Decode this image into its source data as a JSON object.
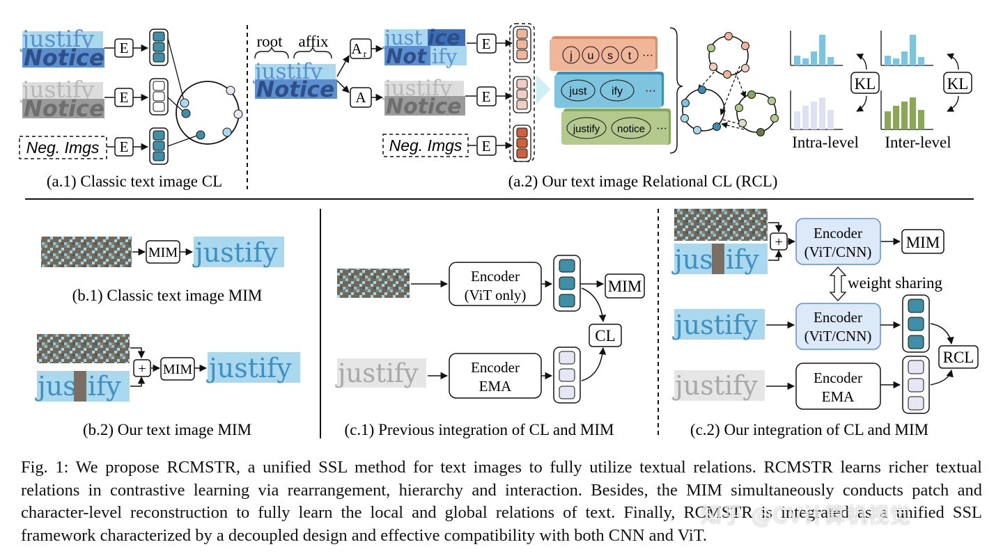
{
  "panel_a1": {
    "label": "(a.1) Classic text image CL",
    "word_top": "justify",
    "word_bottom": "Notice",
    "neg_label": "Neg. Imgs",
    "encoder": "E"
  },
  "panel_a2": {
    "label": "(a.2) Our text image Relational CL (RCL)",
    "root": "root",
    "affix": "affix",
    "word_top": "justify",
    "word_bottom": "Notice",
    "aug_r": "A",
    "aug_r_sub": "r",
    "aug": "A",
    "swap_top_1": "just",
    "swap_top_2": "ice",
    "swap_bot_1": "Not",
    "swap_bot_2": "ify",
    "neg_label": "Neg. Imgs",
    "encoder": "E",
    "char_level": [
      "j",
      "u",
      "s",
      "t"
    ],
    "subword_level": [
      "just",
      "ify"
    ],
    "word_level": [
      "justify",
      "notice"
    ],
    "ellipsis": "···",
    "kl": "KL",
    "intra_label": "Intra-level",
    "inter_label": "Inter-level"
  },
  "panel_b1": {
    "label": "(b.1) Classic text image MIM",
    "mim": "MIM",
    "word": "justify"
  },
  "panel_b2": {
    "label": "(b.2) Our text image MIM",
    "mim": "MIM",
    "word": "justify",
    "masked_1": "jus",
    "masked_2": "ify",
    "plus": "+"
  },
  "panel_c1": {
    "label": "(c.1) Previous integration of CL and MIM",
    "enc1_line1": "Encoder",
    "enc1_line2": "(ViT only)",
    "enc2_line1": "Encoder",
    "enc2_line2": "EMA",
    "mim": "MIM",
    "cl": "CL",
    "word": "justify"
  },
  "panel_c2": {
    "label": "(c.2) Our integration of CL and MIM",
    "enc1_line1": "Encoder",
    "enc1_line2": "(ViT/CNN)",
    "enc2_line1": "Encoder",
    "enc2_line2": "(ViT/CNN)",
    "enc3_line1": "Encoder",
    "enc3_line2": "EMA",
    "mim": "MIM",
    "rcl": "RCL",
    "weight_sharing": "weight sharing",
    "word": "justify",
    "masked_1": "jus",
    "masked_2": "ify",
    "plus": "+"
  },
  "caption": "Fig. 1: We propose RCMSTR, a unified SSL method for text images to fully utilize textual relations. RCMSTR learns richer textual relations in contrastive learning via rearrangement, hierarchy and interaction. Besides, the MIM simultaneously conducts patch and character-level reconstruction to fully learn the local and global relations of text. Finally, RCMSTR is integrated as a unified SSL framework characterized by a decoupled design and effective compatibility with both CNN and ViT.",
  "watermark": "知乎 @CV计算机视觉",
  "colors": {
    "light_blue": "#a9d8ef",
    "mid_blue": "#5b8fcf",
    "teal": "#3f8fa8",
    "grey_text": "#8a8a8a",
    "orange_card": "#f1b59a",
    "blue_card": "#7ec4de",
    "green_card": "#b4c98e",
    "encoder_fill": "#dbe9f8",
    "mask_brown": "#7a6f62",
    "patch_brown": "#6f6858"
  }
}
